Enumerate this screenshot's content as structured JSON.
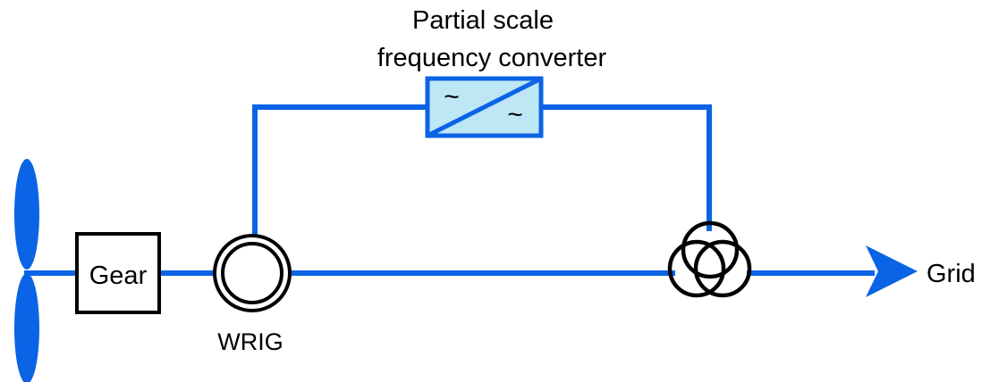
{
  "diagram": {
    "converter_label_line1": "Partial scale",
    "converter_label_line2": "frequency converter",
    "gear_label": "Gear",
    "generator_label": "WRIG",
    "grid_label": "Grid",
    "converter_symbol": "~",
    "colors": {
      "line": "#0b63e6",
      "converter_fill": "#bde7f5",
      "blade": "#0b63e6",
      "outline": "#000000"
    },
    "icons": {
      "rotor": "turbine-blades-icon",
      "gear": "gearbox-icon",
      "generator": "wound-rotor-generator-icon",
      "converter": "ac-ac-converter-icon",
      "transformer": "three-winding-transformer-icon",
      "grid": "arrow-right-icon"
    }
  }
}
